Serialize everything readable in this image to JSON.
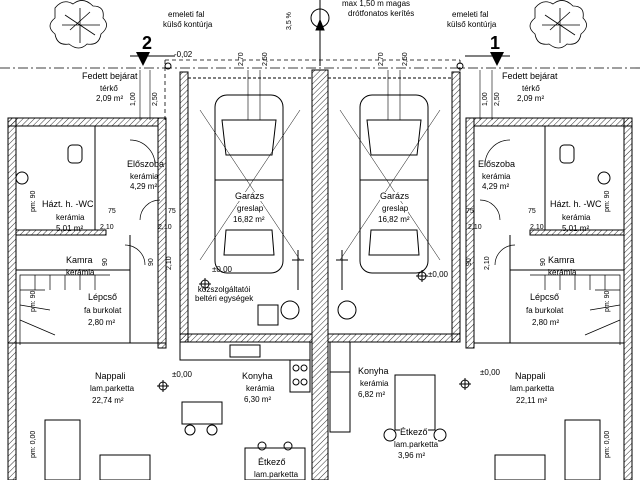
{
  "annotations": {
    "fence_note_1": "max 1,50 m magas",
    "fence_note_2": "drótfonatos kerítés",
    "wall_note_left_1": "emeleti fal",
    "wall_note_left_2": "külső kontúrja",
    "wall_note_right_1": "emeleti fal",
    "wall_note_right_2": "külső kontúrja",
    "slope": "3,5 %",
    "level_neg": "-0,02",
    "unit_left": "2",
    "unit_right": "1",
    "utility": "közszolgáltatói\nbeltéri egységek"
  },
  "rooms": {
    "fedett_left": {
      "name": "Fedett bejárat",
      "material": "térkő",
      "area": "2,09 m²"
    },
    "fedett_right": {
      "name": "Fedett bejárat",
      "material": "térkő",
      "area": "2,09 m²"
    },
    "eloszoba_left": {
      "name": "Előszoba",
      "material": "kerámia",
      "area": "4,29 m²"
    },
    "eloszoba_right": {
      "name": "Előszoba",
      "material": "kerámia",
      "area": "4,29 m²"
    },
    "wc_left": {
      "name": "Házt. h. -WC",
      "material": "kerámia",
      "area": "5,01 m²"
    },
    "wc_right": {
      "name": "Házt. h. -WC",
      "material": "kerámia",
      "area": "5,01 m²"
    },
    "kamra_left": {
      "name": "Kamra",
      "material": "kerámia",
      "area": ""
    },
    "kamra_right": {
      "name": "Kamra",
      "material": "kerámia",
      "area": ""
    },
    "lepcso_left": {
      "name": "Lépcső",
      "material": "fa burkolat",
      "area": "2,80 m²"
    },
    "lepcso_right": {
      "name": "Lépcső",
      "material": "fa burkolat",
      "area": "2,80 m²"
    },
    "garazs_left": {
      "name": "Garázs",
      "material": "greslap",
      "area": "16,82 m²"
    },
    "garazs_right": {
      "name": "Garázs",
      "material": "greslap",
      "area": "16,82 m²"
    },
    "nappali_left": {
      "name": "Nappali",
      "material": "lam.parketta",
      "area": "22,74 m²"
    },
    "nappali_right": {
      "name": "Nappali",
      "material": "lam.parketta",
      "area": "22,11 m²"
    },
    "konyha_left": {
      "name": "Konyha",
      "material": "kerámia",
      "area": "6,30 m²"
    },
    "konyha_right": {
      "name": "Konyha",
      "material": "kerámia",
      "area": "6,82 m²"
    },
    "etkezo_left": {
      "name": "Étkező",
      "material": "lam.parketta",
      "area": ""
    },
    "etkezo_right": {
      "name": "Étkező",
      "material": "lam.parketta",
      "area": "3,96 m²"
    }
  },
  "levels": {
    "garage_left": "±0,00",
    "garage_right": "±0,00",
    "nappali_left": "±0,00",
    "nappali_right": "±0,00"
  },
  "dimensions": {
    "d270a": "2,70",
    "d250a": "2,50",
    "d270b": "2,70",
    "d250b": "2,50",
    "d100l": "1,00",
    "d250l": "2,50",
    "d100r": "1,00",
    "d250r": "2,50",
    "d75a": "75",
    "d210a": "2,10",
    "d75b": "75",
    "d210b": "2,10",
    "d75c": "75",
    "d210c": "2,10",
    "d75d": "75",
    "d210d": "2,10",
    "d90a": "90",
    "d210e": "2,10",
    "d90b": "90",
    "d210f": "2,10",
    "d90c": "90",
    "d90d": "90",
    "pm_l1": "pm: 90",
    "pm_l2": "pm: 90",
    "pm_l3": "pm: 0,00",
    "pm_r1": "pm: 90",
    "pm_r2": "pm: 90",
    "pm_r3": "pm: 0,00"
  }
}
